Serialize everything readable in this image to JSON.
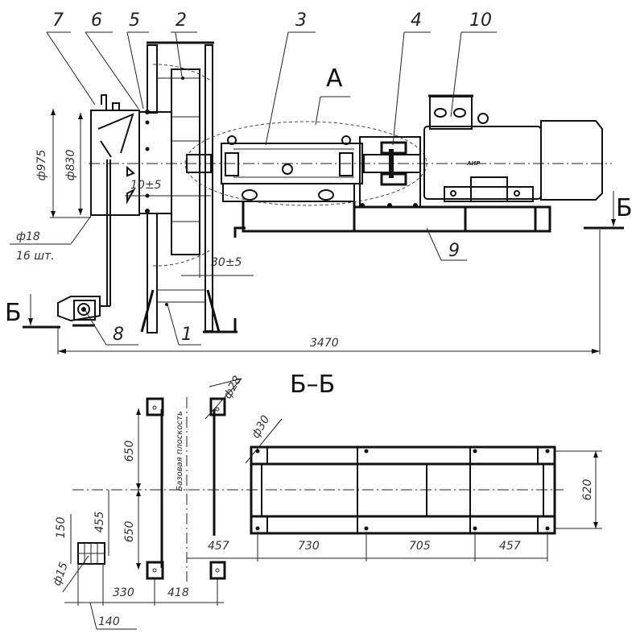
{
  "top_view": {
    "callouts": [
      "7",
      "6",
      "5",
      "2",
      "3",
      "4",
      "10",
      "9",
      "8",
      "1"
    ],
    "detail_label": "А",
    "section_marker": "Б",
    "dimensions": {
      "inlet_outer_diameter": "ф975",
      "inlet_inner_diameter": "ф830",
      "hole_diameter": "ф18",
      "hole_count": "16 шт.",
      "gap_inlet": "10±5",
      "gap_wheel": "30±5",
      "overall_length": "3470"
    },
    "motor_plate": "АИР"
  },
  "section_view": {
    "title": "Б–Б",
    "base_plane_label": "Базовая плоскость",
    "dimensions": {
      "hole_d28": "ф28",
      "hole_d30": "ф30",
      "hole_d15": "ф15",
      "frame_half_upper": "650",
      "frame_half_lower": "650",
      "motor_offset": "455",
      "motor_foot": "150",
      "width_620": "620",
      "offset_457_left": "457",
      "span_730": "730",
      "span_705": "705",
      "offset_457_right": "457",
      "offset_330": "330",
      "offset_418": "418",
      "motor_foot_140": "140"
    }
  }
}
